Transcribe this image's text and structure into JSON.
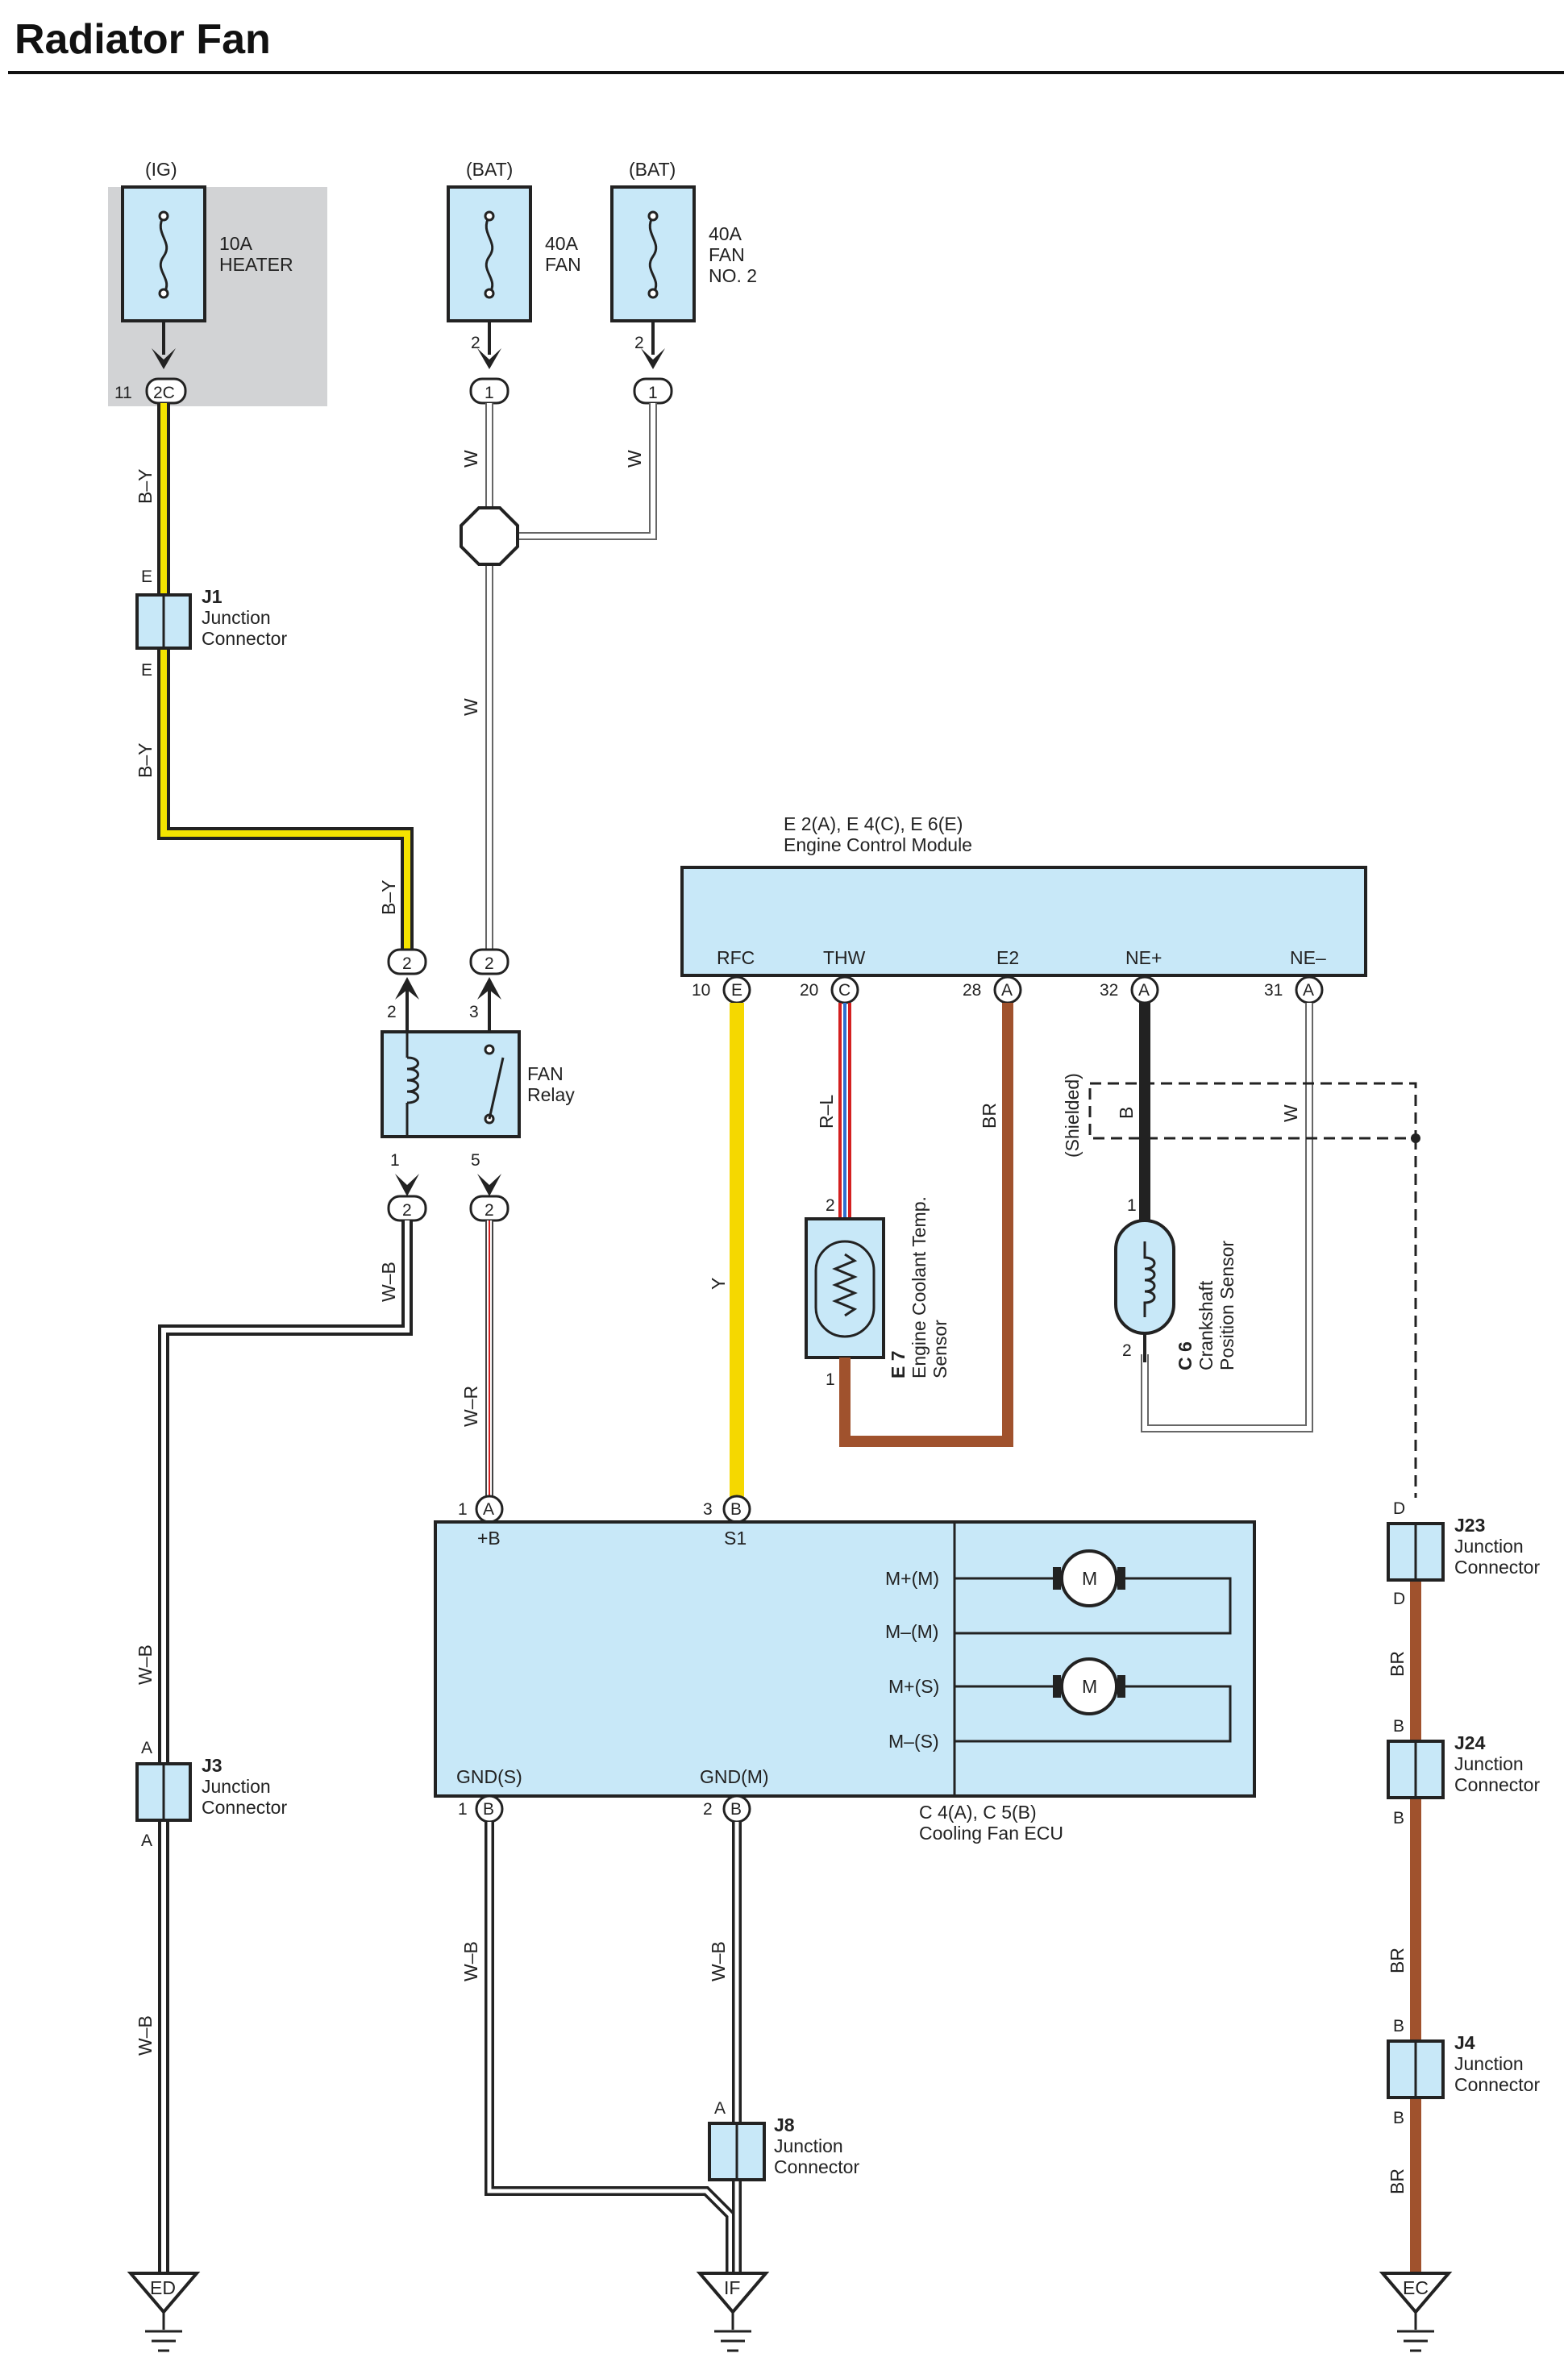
{
  "title": "Radiator Fan",
  "fuses": [
    {
      "supply": "(IG)",
      "rating": "10A",
      "name": "HEATER",
      "name2": "",
      "pin_out": "",
      "conn": "2C",
      "conn_pin": "11"
    },
    {
      "supply": "(BAT)",
      "rating": "40A",
      "name": "FAN",
      "name2": "",
      "pin_out": "2",
      "conn": "1",
      "conn_pin": ""
    },
    {
      "supply": "(BAT)",
      "rating": "40A",
      "name": "FAN",
      "name2": "NO. 2",
      "pin_out": "2",
      "conn": "1",
      "conn_pin": ""
    }
  ],
  "wires": {
    "by": "B–Y",
    "w": "W",
    "wb": "W–B",
    "wr": "W–R",
    "y": "Y",
    "rl": "R–L",
    "br": "BR",
    "b": "B"
  },
  "junctions": [
    {
      "id": "J1",
      "name": "Junction",
      "name2": "Connector",
      "pin_top": "E",
      "pin_bottom": "E"
    },
    {
      "id": "J3",
      "name": "Junction",
      "name2": "Connector",
      "pin_top": "A",
      "pin_bottom": "A"
    },
    {
      "id": "J8",
      "name": "Junction",
      "name2": "Connector",
      "pin_top": "A",
      "pin_bottom": ""
    },
    {
      "id": "J23",
      "name": "Junction",
      "name2": "Connector",
      "pin_top": "D",
      "pin_bottom": "D"
    },
    {
      "id": "J24",
      "name": "Junction",
      "name2": "Connector",
      "pin_top": "B",
      "pin_bottom": "B"
    },
    {
      "id": "J4",
      "name": "Junction",
      "name2": "Connector",
      "pin_top": "B",
      "pin_bottom": "B"
    }
  ],
  "relay": {
    "name": "FAN",
    "name2": "Relay",
    "pins": [
      "2",
      "3",
      "1",
      "5"
    ],
    "conn_top": [
      "2",
      "2"
    ],
    "conn_bottom": [
      "2",
      "2"
    ]
  },
  "ecm": {
    "title": "E 2(A), E 4(C), E 6(E)",
    "name": "Engine Control Module",
    "terminals": [
      {
        "label": "RFC",
        "num": "10",
        "conn": "E"
      },
      {
        "label": "THW",
        "num": "20",
        "conn": "C"
      },
      {
        "label": "E2",
        "num": "28",
        "conn": "A"
      },
      {
        "label": "NE+",
        "num": "32",
        "conn": "A"
      },
      {
        "label": "NE–",
        "num": "31",
        "conn": "A"
      }
    ]
  },
  "sensor_e7": {
    "id": "E 7",
    "name": "Engine Coolant Temp.",
    "name2": "Sensor",
    "pin_top": "2",
    "pin_bottom": "1"
  },
  "sensor_c6": {
    "id": "C 6",
    "name": "Crankshaft",
    "name2": "Position Sensor",
    "pin_top": "1",
    "pin_bottom": "2"
  },
  "shielded": "(Shielded)",
  "fan_ecu": {
    "id": "C 4(A), C 5(B)",
    "name": "Cooling Fan ECU",
    "terminals": [
      {
        "label": "+B",
        "num": "1",
        "conn": "A"
      },
      {
        "label": "S1",
        "num": "3",
        "conn": "B"
      },
      {
        "label": "GND(S)",
        "num": "1",
        "conn": "B"
      },
      {
        "label": "GND(M)",
        "num": "2",
        "conn": "B"
      }
    ],
    "motor_terms": [
      "M+(M)",
      "M–(M)",
      "M+(S)",
      "M–(S)"
    ],
    "motor_label": "M"
  },
  "grounds": [
    "ED",
    "IF",
    "EC"
  ],
  "colors": {
    "box": "#c8e8f8",
    "shade": "#d2d3d5",
    "yellow": "#f5d800",
    "brown": "#a0522d",
    "red": "#d42020",
    "blue": "#3070d0",
    "gray": "#b8b8b8"
  }
}
